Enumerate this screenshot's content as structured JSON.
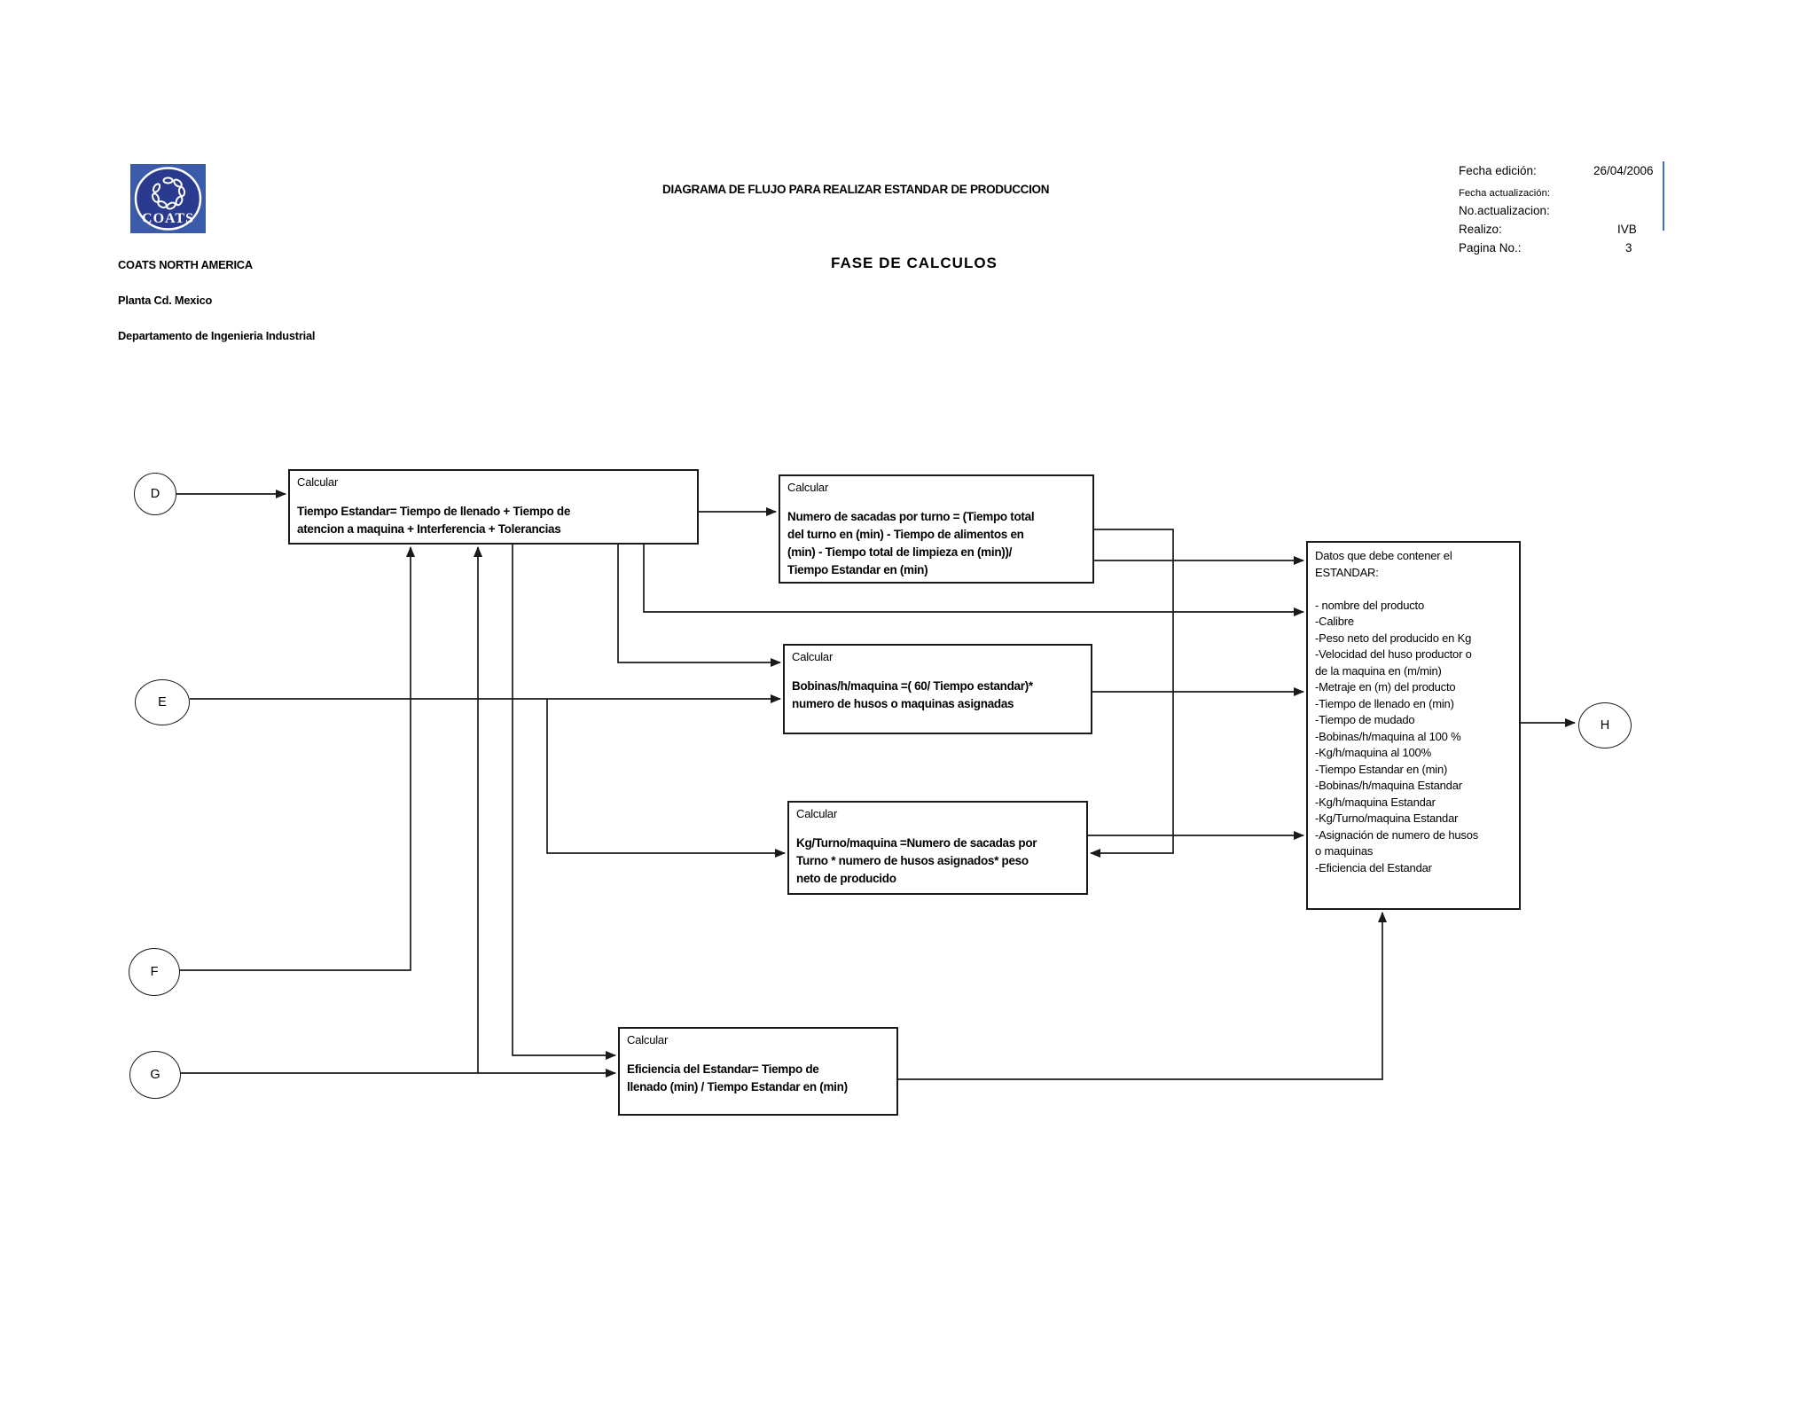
{
  "header": {
    "title_part1": "DIAGRAMA DE FLUJO PARA",
    "title_part2": "REALIZAR ESTANDAR DE PRODUCCION",
    "phase": "FASE DE CALCULOS"
  },
  "company": {
    "logo_text": "COATS",
    "name": "COATS NORTH AMERICA",
    "plant": "Planta Cd. Mexico",
    "department": "Departamento de Ingenieria Industrial"
  },
  "meta": {
    "fecha_edicion_label": "Fecha edición:",
    "fecha_edicion_value": "26/04/2006",
    "fecha_actualizacion_label": "Fecha actualización:",
    "no_actualizacion_label": "No.actualizacion:",
    "realizo_label": "Realizo:",
    "realizo_value": "IVB",
    "pagina_label": "Pagina No.:",
    "pagina_value": "3"
  },
  "flow": {
    "nodes": {
      "d": "D",
      "e": "E",
      "f": "F",
      "g": "G",
      "h": "H"
    },
    "boxes": {
      "tiempo_estandar": {
        "label": "Calcular",
        "text": "Tiempo Estandar= Tiempo de llenado + Tiempo de\natencion a maquina + Interferencia + Tolerancias"
      },
      "sacadas": {
        "label": "Calcular",
        "text": "Numero de sacadas por turno = (Tiempo total\ndel turno en (min) - Tiempo de alimentos en\n(min) - Tiempo total de limpieza en (min))/\nTiempo Estandar en (min)"
      },
      "bobinas": {
        "label": "Calcular",
        "text": "Bobinas/h/maquina =( 60/ Tiempo estandar)*\nnumero de husos o maquinas asignadas"
      },
      "kg_turno": {
        "label": "Calcular",
        "text": "Kg/Turno/maquina =Numero de sacadas por\nTurno * numero de husos asignados* peso\nneto de producido"
      },
      "eficiencia": {
        "label": "Calcular",
        "text": "Eficiencia del Estandar= Tiempo de\nllenado (min) / Tiempo Estandar en (min)"
      },
      "datos": {
        "lines": [
          "Datos que debe contener el",
          "ESTANDAR:",
          "",
          "- nombre del producto",
          "-Calibre",
          "-Peso neto del producido en Kg",
          "-Velocidad del huso productor o",
          "de la maquina en (m/min)",
          "-Metraje en (m) del producto",
          "-Tiempo de llenado en (min)",
          "-Tiempo de mudado",
          "-Bobinas/h/maquina al 100 %",
          "-Kg/h/maquina al 100%",
          "-Tiempo Estandar en (min)",
          "-Bobinas/h/maquina Estandar",
          "-Kg/h/maquina Estandar",
          "-Kg/Turno/maquina Estandar",
          "-Asignación de numero de husos",
          "o maquinas",
          "-Eficiencia del Estandar"
        ]
      }
    }
  },
  "colors": {
    "logo_square_blue": "#3b5aa9",
    "logo_ellipse_blue": "#2a3a8e",
    "accent_line_blue": "#4169c8",
    "line_black": "#1a1a1a"
  }
}
